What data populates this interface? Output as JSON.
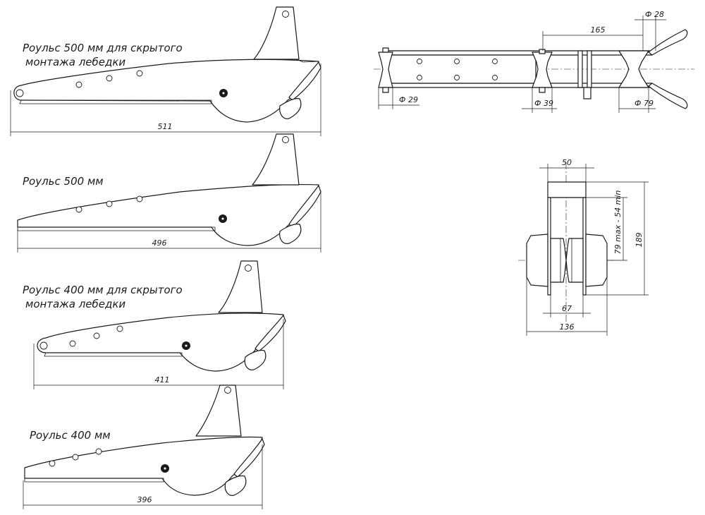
{
  "views": [
    {
      "caption_lines": [
        "Роульс 500 мм для скрытого",
        "монтажа лебедки"
      ],
      "length_label": "511"
    },
    {
      "caption_lines": [
        "Роульс 500 мм"
      ],
      "length_label": "496"
    },
    {
      "caption_lines": [
        "Роульс 400 мм для скрытого",
        "монтажа лебедки"
      ],
      "length_label": "411"
    },
    {
      "caption_lines": [
        "Роульс 400 мм"
      ],
      "length_label": "396"
    }
  ],
  "top_view": {
    "dim_165": "165",
    "dim_d28": "Ф 28",
    "dim_d29": "Ф 29",
    "dim_d39": "Ф 39",
    "dim_d79": "Ф 79"
  },
  "end_view": {
    "dim_50": "50",
    "dim_79_54": "79 max - 54 min",
    "dim_189": "189",
    "dim_67": "67",
    "dim_136": "136"
  }
}
